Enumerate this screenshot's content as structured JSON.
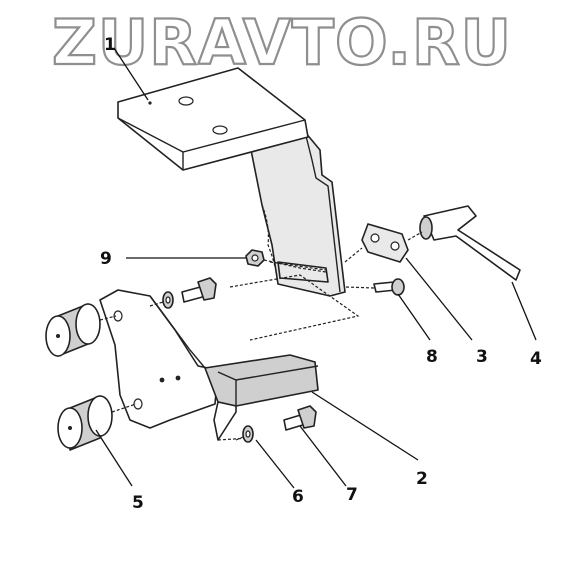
{
  "watermark": "ZURAVTO.RU",
  "callouts": {
    "c1": "1",
    "c2": "2",
    "c3": "3",
    "c4": "4",
    "c5": "5",
    "c6": "6",
    "c7": "7",
    "c8": "8",
    "c9": "9"
  }
}
